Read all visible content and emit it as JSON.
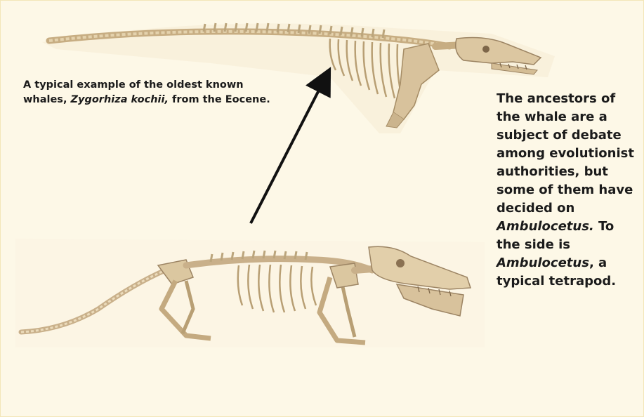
{
  "caption_top": {
    "part1": "A typical example of the oldest known whales, ",
    "species": "Zygorhiza kochii,",
    "part2": " from the Eocene."
  },
  "caption_side": {
    "part1": "The ancestors of the whale are a subject of debate among evolutionist authorities, but some of them have decided on ",
    "italic1": "Ambulocetus.",
    "part2": " To the side is ",
    "italic2": "Ambulocetus",
    "part3": ", a typical tetrapod."
  },
  "colors": {
    "background": "#fdf8e7",
    "bone": "#d9c49f",
    "bone_dark": "#9c8463",
    "arrow": "#111111"
  }
}
